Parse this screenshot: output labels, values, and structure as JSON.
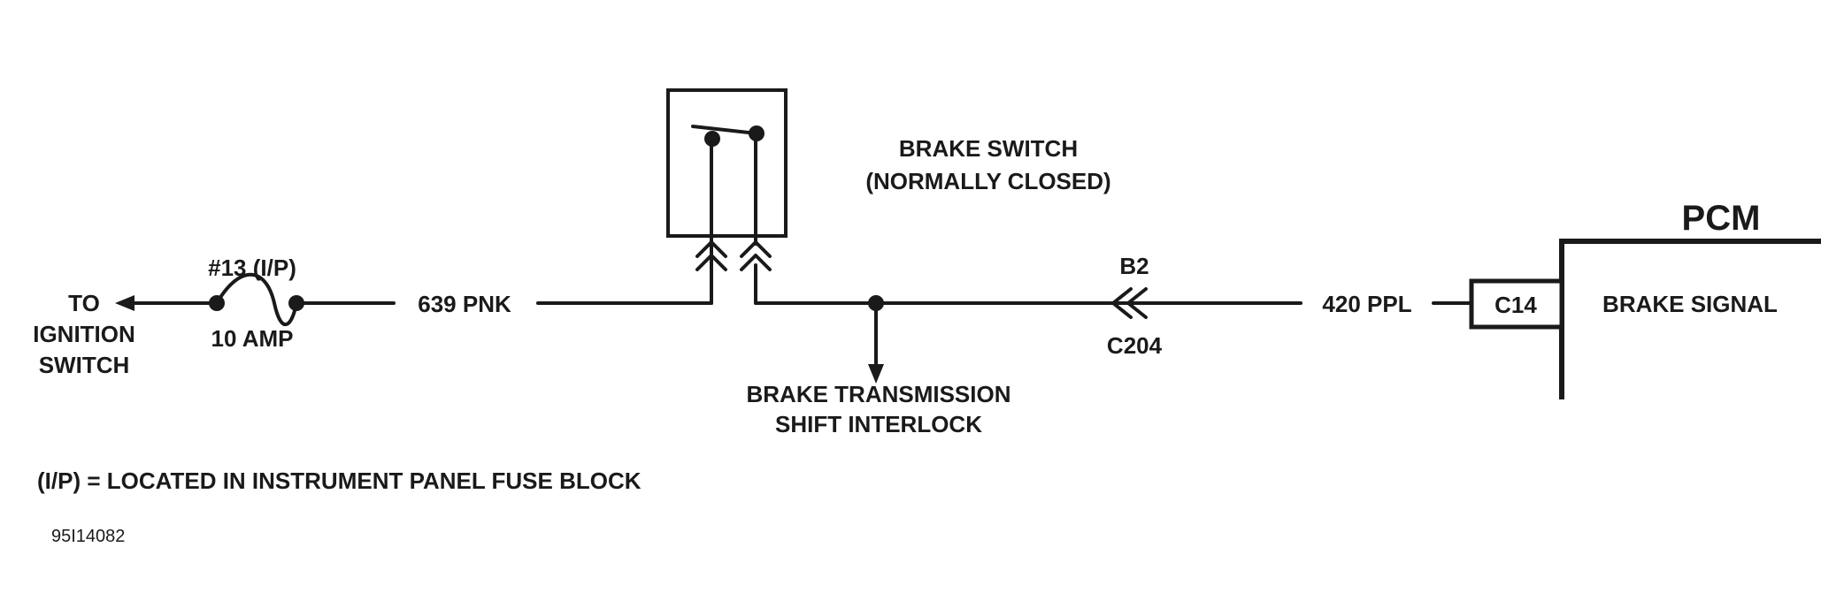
{
  "labels": {
    "to_ignition_line1": "TO",
    "to_ignition_line2": "IGNITION",
    "to_ignition_line3": "SWITCH",
    "fuse_id": "#13 (I/P)",
    "fuse_rating": "10 AMP",
    "wire_639": "639 PNK",
    "brake_switch_line1": "BRAKE SWITCH",
    "brake_switch_line2": "(NORMALLY CLOSED)",
    "connector_pin": "B2",
    "connector_id": "C204",
    "wire_420": "420 PPL",
    "pcm_title": "PCM",
    "pcm_connector": "C14",
    "pcm_signal": "BRAKE SIGNAL",
    "btsi_line1": "BRAKE TRANSMISSION",
    "btsi_line2": "SHIFT INTERLOCK",
    "legend_note": "(I/P) = LOCATED IN INSTRUMENT PANEL FUSE BLOCK",
    "figure_id": "95I14082"
  }
}
